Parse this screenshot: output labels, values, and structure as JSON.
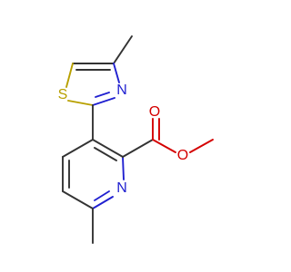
{
  "molecule": {
    "atoms": {
      "thiazole_S": "S",
      "thiazole_N": "N",
      "pyridine_N": "N",
      "carbonyl_O": "O",
      "ester_O": "O"
    }
  },
  "colors": {
    "bond": "#333333",
    "nitrogen": "#2020d0",
    "oxygen": "#d40000",
    "sulfur": "#b8a000",
    "background": "#ffffff"
  }
}
